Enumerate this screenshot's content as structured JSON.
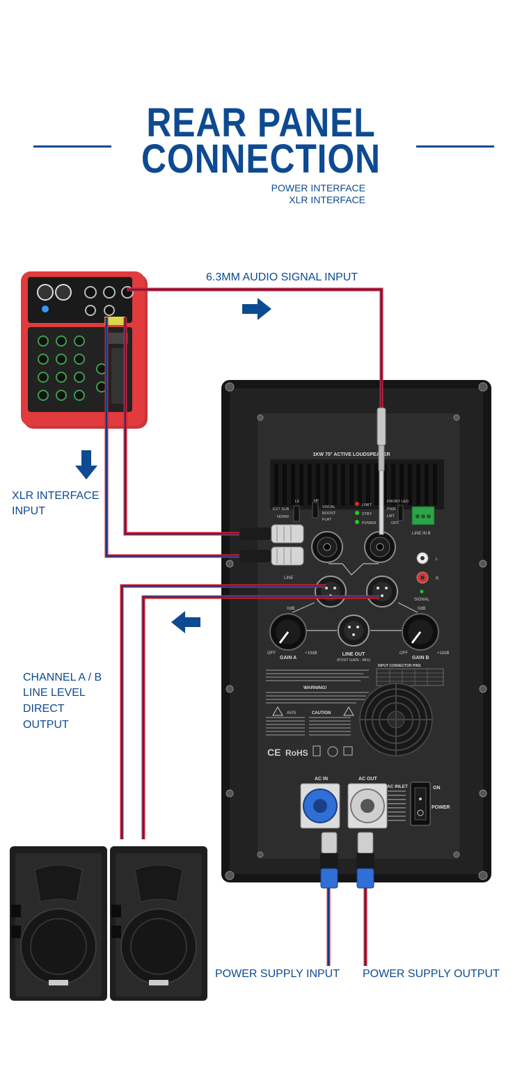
{
  "header": {
    "title_line1": "REAR PANEL",
    "title_line2": "CONNECTION",
    "subtitle_line1": "POWER INTERFACE",
    "subtitle_line2": "XLR INTERFACE"
  },
  "labels": {
    "audio_input": "6.3MM AUDIO SIGNAL INPUT",
    "xlr_input_line1": "XLR INTERFACE",
    "xlr_input_line2": "INPUT",
    "channel_line1": "CHANNEL A / B",
    "channel_line2": "LINE LEVEL",
    "channel_line3": "DIRECT",
    "channel_line4": "OUTPUT",
    "power_input": "POWER SUPPLY INPUT",
    "power_output": "POWER SUPPLY OUTPUT"
  },
  "panel": {
    "model": "1KW 75° ACTIVE LOUDSPEAKER",
    "limit": "LIMIT",
    "stby": "STBY",
    "power_led": "POWER",
    "front_led": "FRONT LED",
    "pwr": "PWR",
    "lmt": "LMT",
    "off": "OFF",
    "ext_sub": "EXT SUB",
    "norm": "NORM",
    "lf": "LF",
    "hf": "HF",
    "vocal": "VOCAL",
    "boost": "BOOST",
    "flat": "FLAT",
    "line_in_b": "LINE IN B",
    "line": "LINE",
    "signal": "SIGNAL",
    "zero_db_a": "0dB",
    "zero_db_b": "0dB",
    "gain_a": "GAIN A",
    "gain_b": "GAIN B",
    "off_a": "OFF",
    "plus10_a": "+10dB",
    "off_b": "OFF",
    "plus10_b": "+10dB",
    "line_out": "LINE OUT",
    "post_gain": "(POST GAIN - MIX)",
    "connector_pins": "INPUT CONNECTOR PINS",
    "warning": "WARNING!",
    "caution": "CAUTION",
    "avis": "AVIS",
    "rohs": "RoHS",
    "ce": "CE",
    "ac_in": "AC IN",
    "ac_out": "AC OUT",
    "ac_inlet": "AC INLET",
    "on": "ON",
    "power_switch": "POWER",
    "r": "R",
    "l": "L"
  },
  "colors": {
    "brand_blue": "#0d4a91",
    "cable_red": "#d01f2f",
    "cable_blue": "#0f3c8a",
    "mixer_red": "#e23b3d",
    "panel_dark": "#1c1c1c"
  }
}
